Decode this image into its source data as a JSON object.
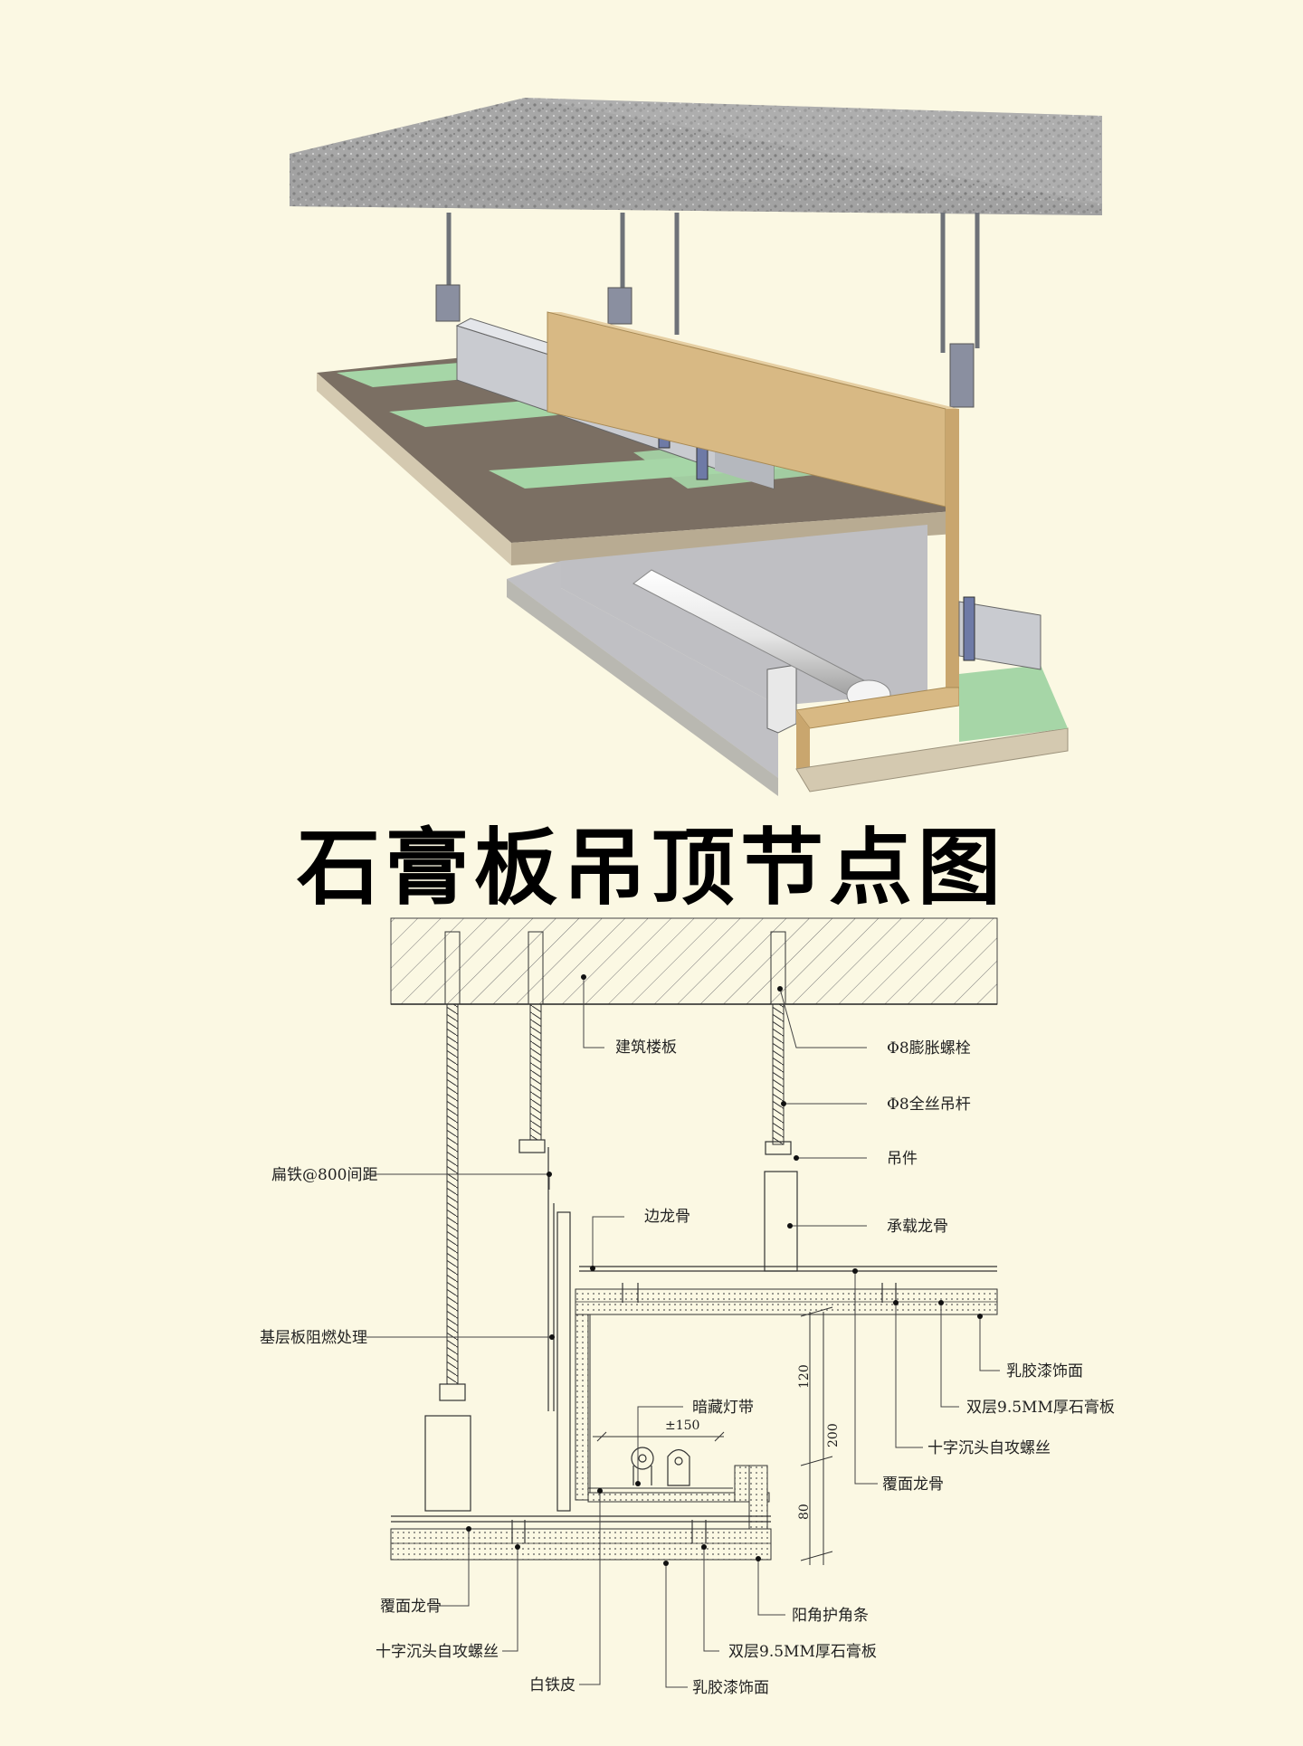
{
  "title": "石膏板吊顶节点图",
  "labels": {
    "slab": "建筑楼板",
    "bolt": "Φ8膨胀螺栓",
    "rod": "Φ8全丝吊杆",
    "hanger": "吊件",
    "main_keel": "承载龙骨",
    "flat_iron": "扁铁@800间距",
    "edge_keel": "边龙骨",
    "fireproof": "基层板阻燃处理",
    "latex_top": "乳胶漆饰面",
    "board_top": "双层9.5MM厚石膏板",
    "screw_top": "十字沉头自攻螺丝",
    "cover_keel_right": "覆面龙骨",
    "light": "暗藏灯带",
    "cover_keel_left": "覆面龙骨",
    "screw_bottom": "十字沉头自攻螺丝",
    "corner_bead": "阳角护角条",
    "board_bottom": "双层9.5MM厚石膏板",
    "white_iron": "白铁皮",
    "latex_bottom": "乳胶漆饰面"
  },
  "dimensions": {
    "pm150": "±150",
    "d120": "120",
    "d200": "200",
    "d80": "80"
  },
  "colors": {
    "background": "#fbf8e3",
    "concrete": "#a9a9a9",
    "wood": "#d8b984",
    "green_board": "#a6d6a7",
    "metal": "#c9cbd0",
    "gypsum": "#cfc5b2"
  }
}
